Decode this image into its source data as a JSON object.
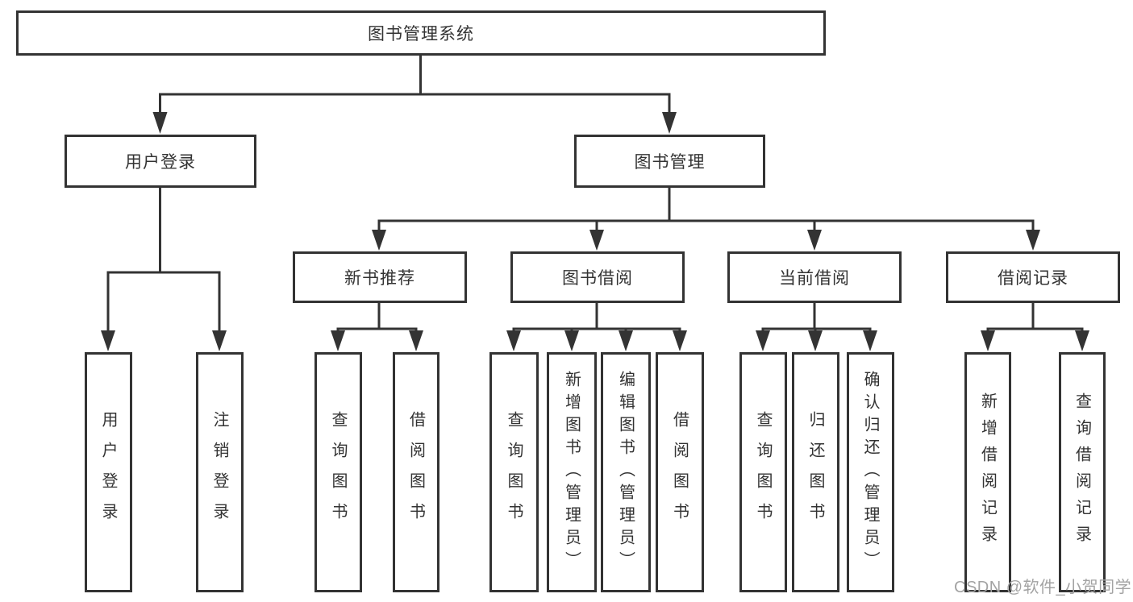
{
  "tree": {
    "root": {
      "label": "图书管理系统"
    },
    "level2": {
      "user_login": {
        "label": "用户登录"
      },
      "book_management": {
        "label": "图书管理"
      }
    },
    "level3": {
      "new_book_recommend": {
        "label": "新书推荐"
      },
      "book_borrowing": {
        "label": "图书借阅"
      },
      "current_borrowing": {
        "label": "当前借阅"
      },
      "borrowing_records": {
        "label": "借阅记录"
      }
    },
    "leaves": {
      "login": {
        "label": "用户登录"
      },
      "logout": {
        "label": "注销登录"
      },
      "recommend_query_books": {
        "label": "查询图书"
      },
      "recommend_borrow_books": {
        "label": "借阅图书"
      },
      "borrowing_query_books": {
        "label": "查询图书"
      },
      "borrowing_add_books": {
        "label": "新增图书（管理员）"
      },
      "borrowing_edit_books": {
        "label": "编辑图书（管理员）"
      },
      "borrowing_borrow_books": {
        "label": "借阅图书"
      },
      "current_query_books": {
        "label": "查询图书"
      },
      "current_return_books": {
        "label": "归还图书"
      },
      "current_confirm_return": {
        "label": "确认归还（管理员）"
      },
      "records_add_record": {
        "label": "新增借阅记录"
      },
      "records_query_record": {
        "label": "查询借阅记录"
      }
    }
  },
  "watermark": {
    "text": "CSDN @软件_小贺同学"
  },
  "colors": {
    "line": "#333333",
    "text": "#333333",
    "watermark": "#a3a3a3",
    "background": "#ffffff"
  }
}
